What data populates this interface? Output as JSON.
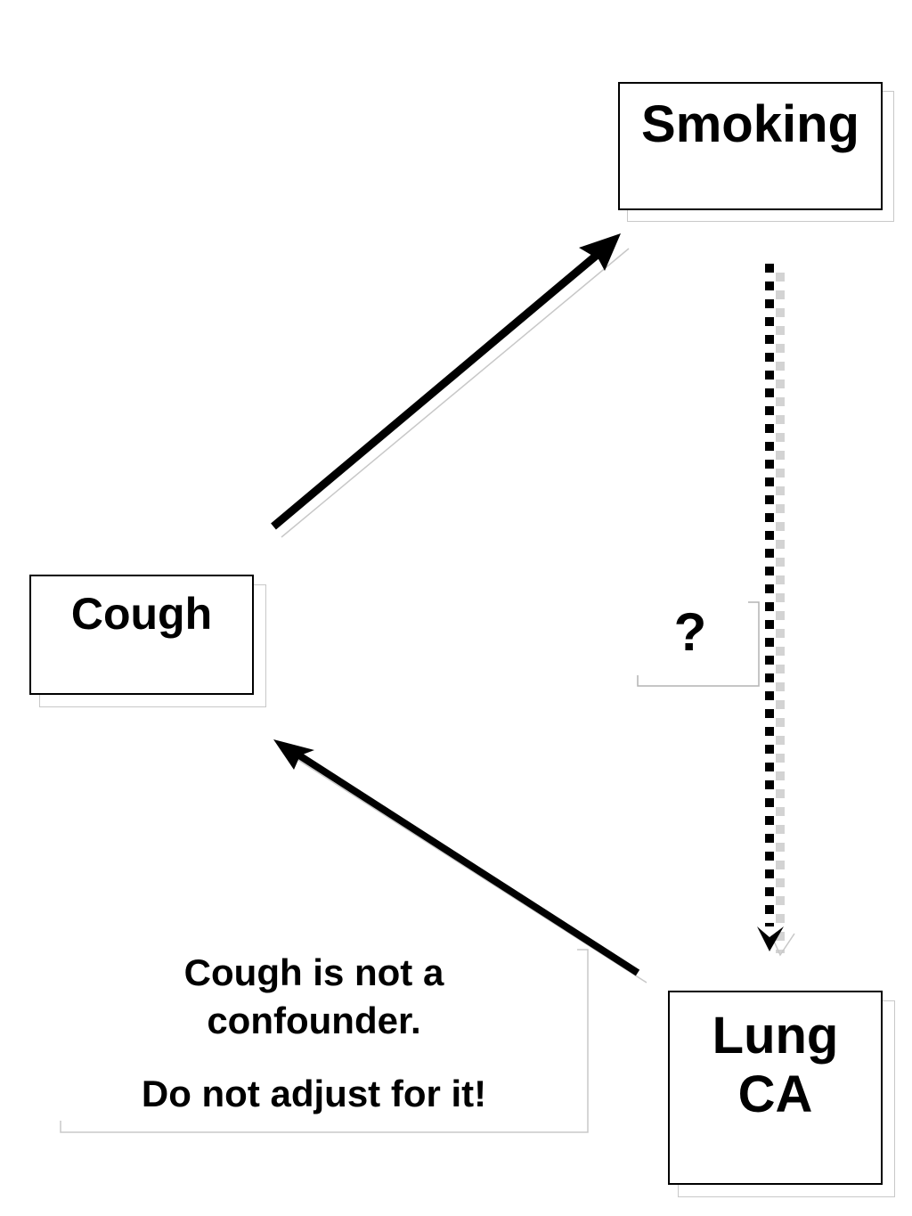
{
  "nodes": {
    "smoking": "Smoking",
    "cough": "Cough",
    "lung_ca": "Lung\nCA"
  },
  "edges": [
    {
      "from": "Cough",
      "to": "Smoking",
      "style": "solid"
    },
    {
      "from": "Smoking",
      "to": "Lung\nCA",
      "style": "dashed"
    },
    {
      "from": "Lung\nCA",
      "to": "Cough",
      "style": "solid"
    }
  ],
  "question_label": "?",
  "note": {
    "line1": "Cough is not a\nconfounder.",
    "line2": "Do not adjust for it!"
  },
  "colors": {
    "ink": "#000000",
    "shadow": "#c8c8c8",
    "background": "#ffffff"
  }
}
